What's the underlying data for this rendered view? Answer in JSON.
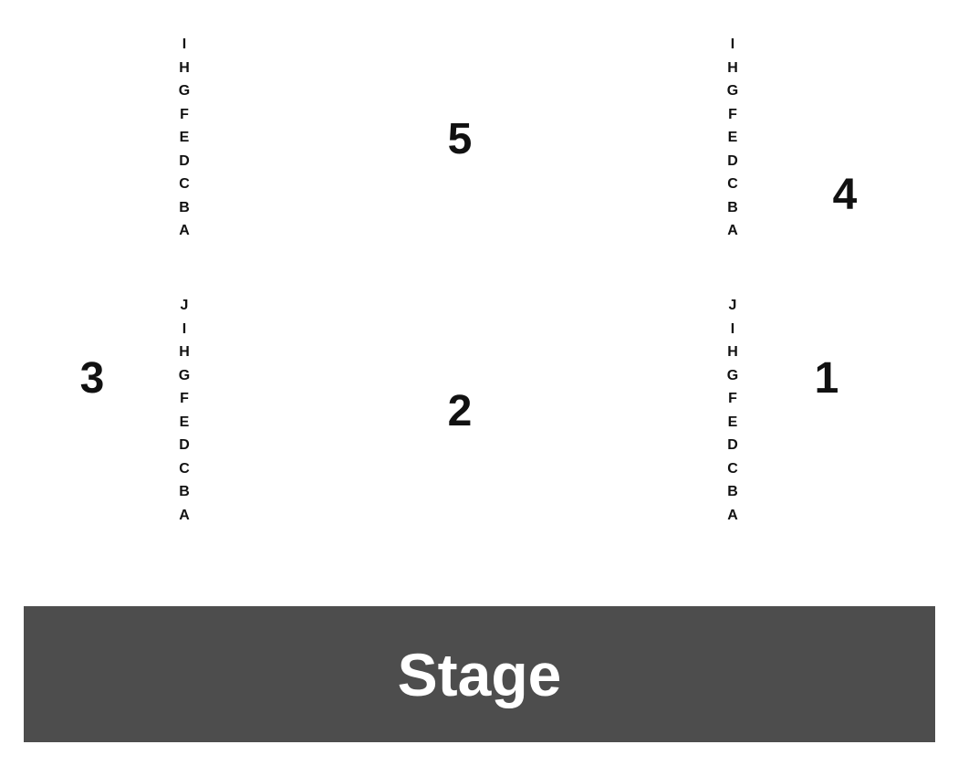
{
  "colors": {
    "stage_fill": "#4d4d4d",
    "stage_text": "#ffffff",
    "text": "#111111",
    "background": "#ffffff"
  },
  "sections": [
    {
      "label": "5"
    },
    {
      "label": "4"
    },
    {
      "label": "3"
    },
    {
      "label": "2"
    },
    {
      "label": "1"
    }
  ],
  "row_columns": {
    "top_left": [
      "I",
      "H",
      "G",
      "F",
      "E",
      "D",
      "C",
      "B",
      "A"
    ],
    "top_right": [
      "I",
      "H",
      "G",
      "F",
      "E",
      "D",
      "C",
      "B",
      "A"
    ],
    "bottom_left": [
      "J",
      "I",
      "H",
      "G",
      "F",
      "E",
      "D",
      "C",
      "B",
      "A"
    ],
    "bottom_right": [
      "J",
      "I",
      "H",
      "G",
      "F",
      "E",
      "D",
      "C",
      "B",
      "A"
    ]
  },
  "stage": {
    "label": "Stage"
  }
}
